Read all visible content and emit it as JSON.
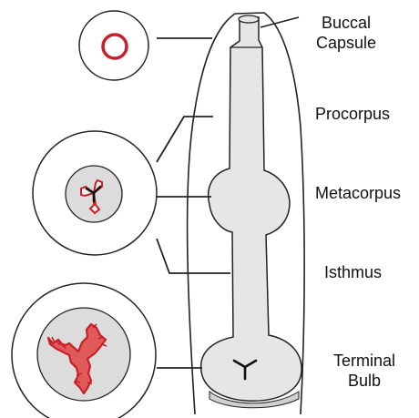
{
  "labels": {
    "buccal_line1": "Buccal",
    "buccal_line2": "Capsule",
    "procorpus": "Procorpus",
    "metacorpus": "Metacorpus",
    "isthmus": "Isthmus",
    "terminal_line1": "Terminal",
    "terminal_line2": "Bulb"
  },
  "colors": {
    "pharynx_fill": "#e6e6e6",
    "outline": "#222222",
    "lumen_red": "#c8202a",
    "cross_section_fill": "#dcdcdc"
  }
}
